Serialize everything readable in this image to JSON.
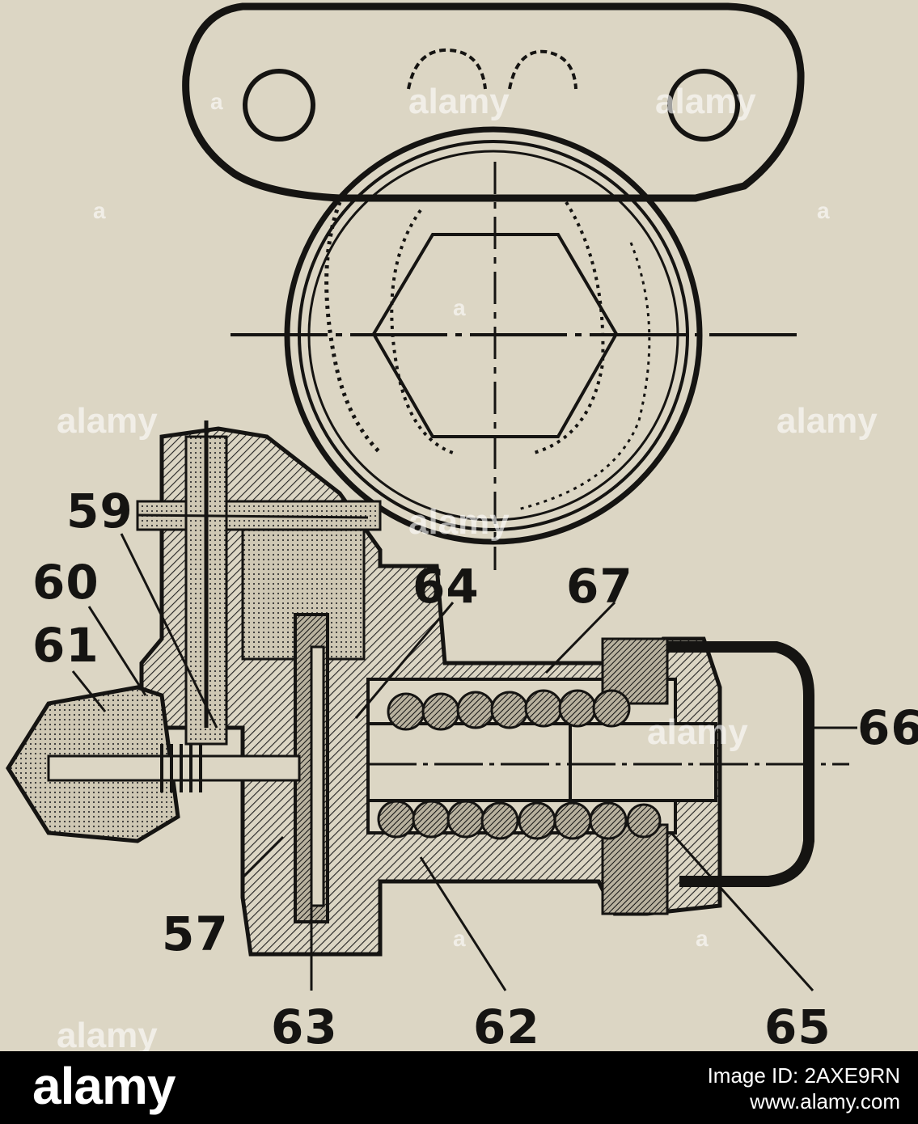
{
  "figure": {
    "callouts": [
      "59",
      "60",
      "61",
      "64",
      "67",
      "66",
      "57",
      "63",
      "62",
      "65"
    ],
    "colors": {
      "paper": "#dcd6c4",
      "ink": "#151412"
    }
  },
  "watermark": {
    "text": "alamy",
    "tile_text": "a"
  },
  "footer": {
    "logo": "alamy",
    "image_id": "Image ID: 2AXE9RN",
    "url": "www.alamy.com"
  }
}
